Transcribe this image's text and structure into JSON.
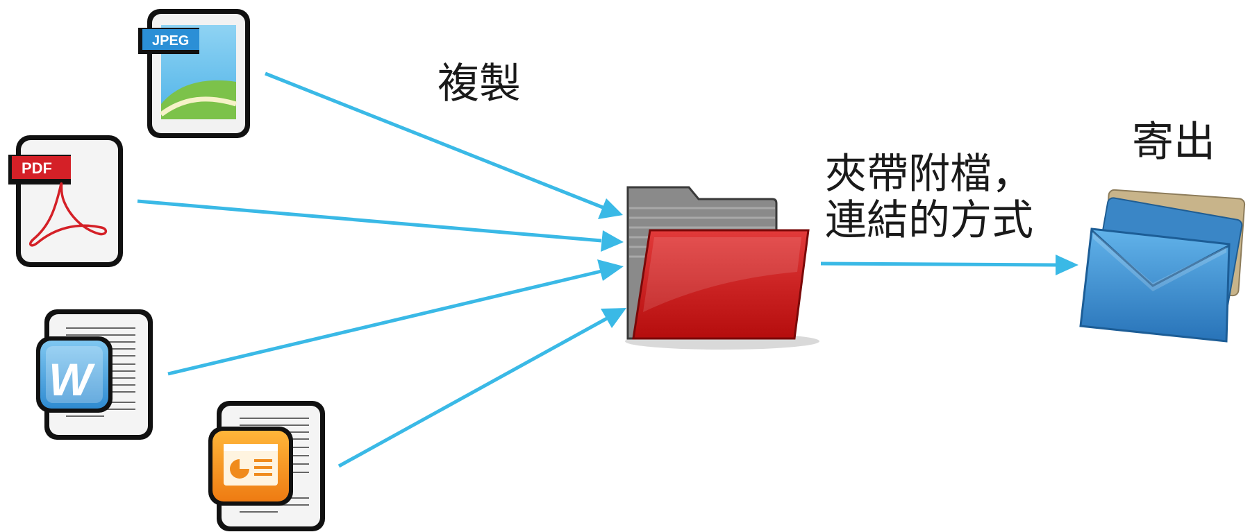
{
  "labels": {
    "copy": "複製",
    "attach_line1": "夾帶附檔，",
    "attach_line2": "連結的方式",
    "send": "寄出"
  },
  "icons": [
    {
      "name": "jpeg-file-icon",
      "badge": "JPEG"
    },
    {
      "name": "pdf-file-icon",
      "badge": "PDF"
    },
    {
      "name": "word-file-icon",
      "badge": "W"
    },
    {
      "name": "powerpoint-file-icon"
    },
    {
      "name": "folder-icon"
    },
    {
      "name": "envelopes-icon"
    }
  ],
  "colors": {
    "arrow": "#3ab9e6",
    "folder_red": "#d21a1a",
    "folder_gray": "#8a8a8a",
    "envelope_blue": "#2f8fd0",
    "jpeg_badge": "#2b8fd6",
    "pdf_badge": "#d42027",
    "word_blue": "#3a9ad9",
    "ppt_orange": "#f39a1e"
  }
}
